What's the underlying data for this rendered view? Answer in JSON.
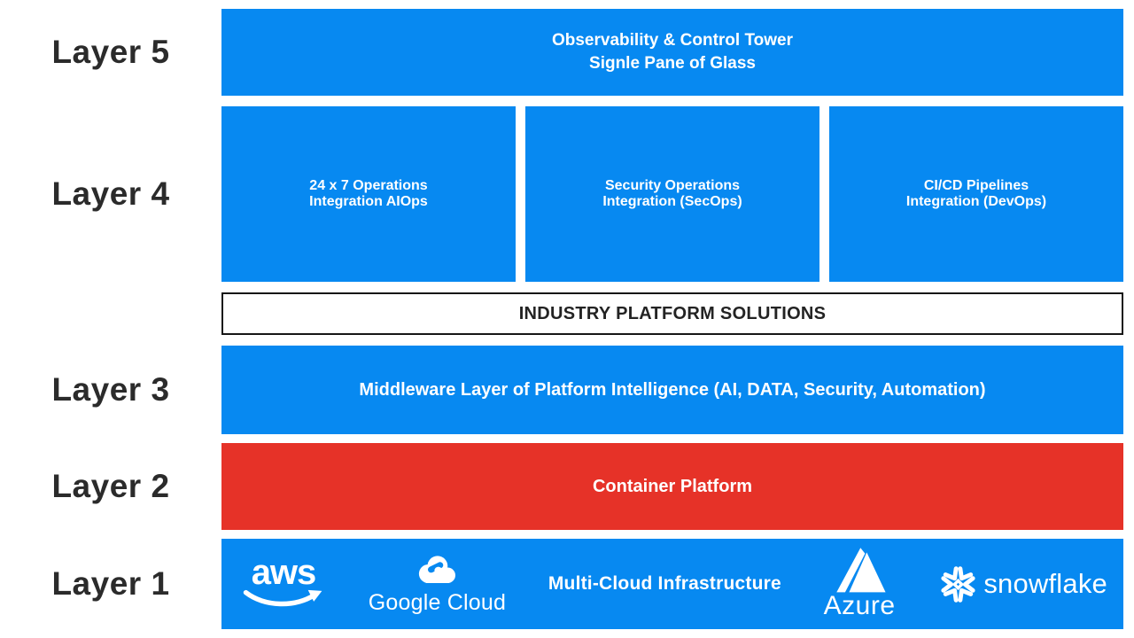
{
  "colors": {
    "blue": "#0789f1",
    "red": "#e63228",
    "ink": "#2b2b2b",
    "box_border": "#161616"
  },
  "layer_labels": {
    "layer5": "Layer 5",
    "layer4": "Layer 4",
    "layer3": "Layer 3",
    "layer2": "Layer 2",
    "layer1": "Layer 1"
  },
  "layer5_box": {
    "line1": "Observability & Control Tower",
    "line2": "Signle Pane of Glass"
  },
  "layer4_boxes": [
    {
      "line1": "24 x 7 Operations",
      "line2": "Integration AIOps"
    },
    {
      "line1": "Security Operations",
      "line2": "Integration (SecOps)"
    },
    {
      "line1": "CI/CD Pipelines",
      "line2": "Integration (DevOps)"
    }
  ],
  "industry_bar": {
    "title": "INDUSTRY PLATFORM SOLUTIONS"
  },
  "layer3_box": {
    "text": "Middleware Layer of Platform Intelligence (AI, DATA, Security, Automation)"
  },
  "layer2_box": {
    "text": "Container Platform"
  },
  "layer1_box": {
    "text": "Multi-Cloud Infrastructure",
    "aws_label": "aws",
    "google_cloud_label": "Google Cloud",
    "azure_label": "Azure",
    "snowflake_label": "snowflake"
  }
}
